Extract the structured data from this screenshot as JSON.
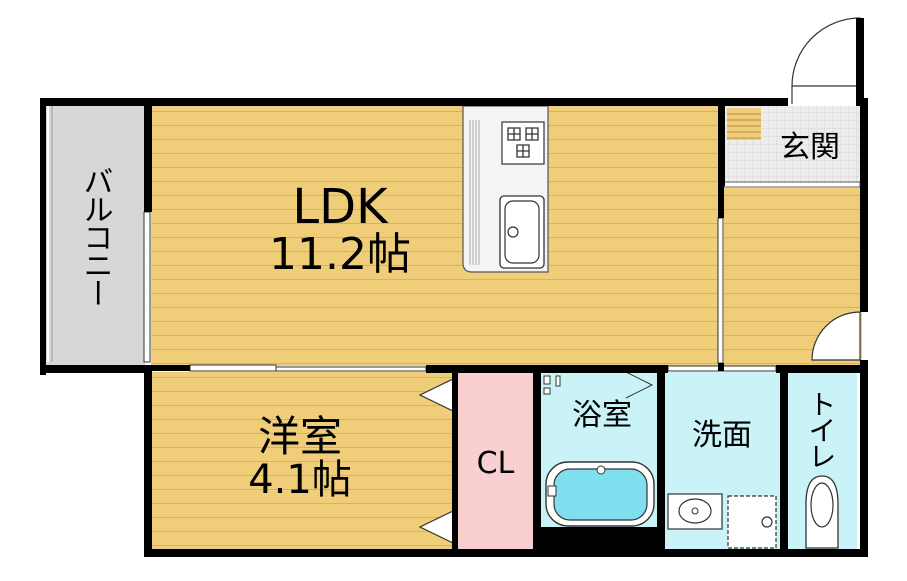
{
  "rooms": {
    "balcony": {
      "label": "バルコニー"
    },
    "ldk": {
      "label": "LDK",
      "size": "11.2帖"
    },
    "western": {
      "label": "洋室",
      "size": "4.1帖"
    },
    "closet": {
      "label": "CL"
    },
    "bath": {
      "label": "浴室"
    },
    "washroom": {
      "label": "洗面"
    },
    "toilet": {
      "label": "トイレ"
    },
    "entrance": {
      "label": "玄関"
    }
  },
  "colors": {
    "floor_wood": "#efcd79",
    "floor_grain": "#d8b35c",
    "balcony": "#d7d7d7",
    "closet": "#f9cfd0",
    "wet_area": "#c9f3f7",
    "entrance_tile": "#ececec",
    "wall": "#000000"
  }
}
